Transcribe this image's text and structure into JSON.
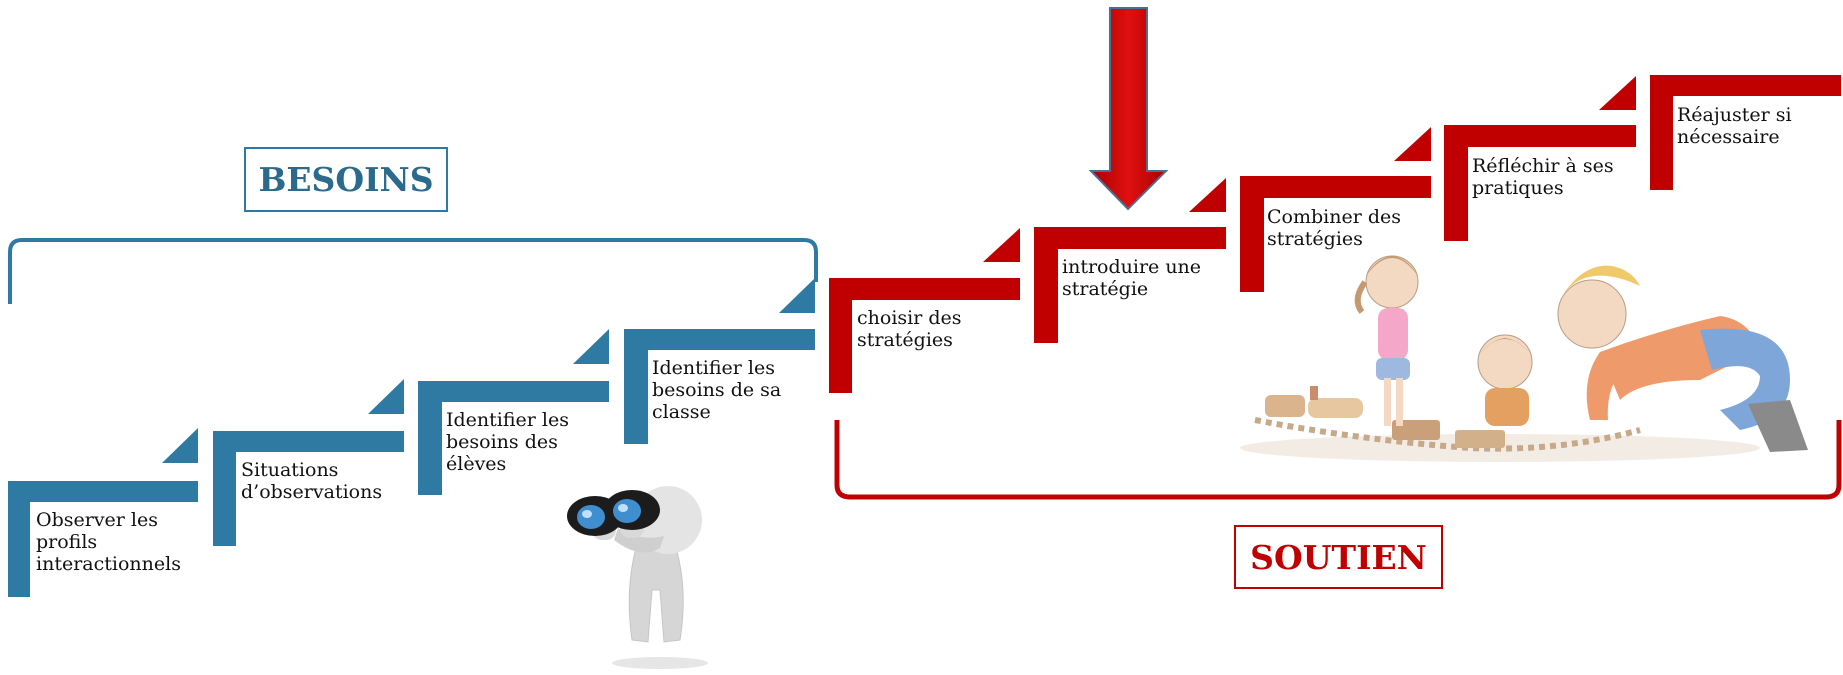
{
  "colors": {
    "blue": "#2e7aa3",
    "blue_text": "#2b6a8c",
    "red": "#c00000"
  },
  "besoins": {
    "title": "BESOINS",
    "steps": [
      {
        "text": "Observer les\nprofils\ninteractionnels"
      },
      {
        "text": "Situations\nd’observations"
      },
      {
        "text": "Identifier les\nbesoins des\nélèves"
      },
      {
        "text": "Identifier les\nbesoins de sa\nclasse"
      }
    ]
  },
  "soutien": {
    "title": "SOUTIEN",
    "steps": [
      {
        "text": "choisir des\nstratégies"
      },
      {
        "text": "introduire une\nstratégie"
      },
      {
        "text": "Combiner des\nstratégies"
      },
      {
        "text": "Réfléchir à ses\npratiques"
      },
      {
        "text": "Réajuster si\nnécessaire"
      }
    ]
  },
  "icons": {
    "arrow": "down-arrow-icon",
    "observer": "binoculars-person-icon",
    "children": "children-playing-train-illustration"
  }
}
